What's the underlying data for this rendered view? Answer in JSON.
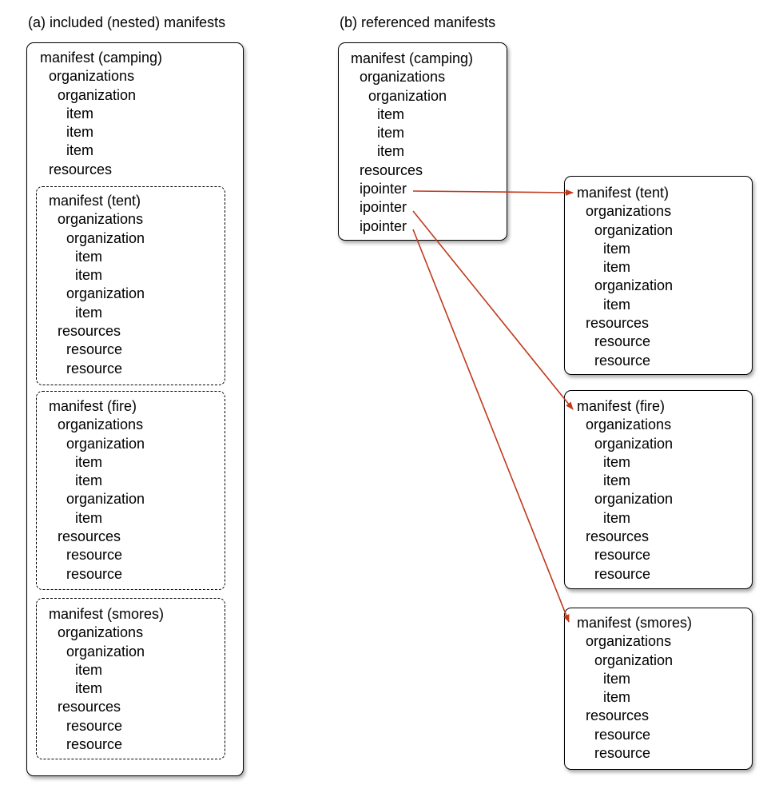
{
  "title_a": "(a) included (nested) manifests",
  "title_b": "(b) referenced manifests",
  "nested": {
    "camping": [
      "manifest (camping)",
      "organizations",
      "organization",
      "item",
      "item",
      "item",
      "resources"
    ],
    "tent": [
      "manifest (tent)",
      "organizations",
      "organization",
      "item",
      "item",
      "organization",
      "item",
      "resources",
      "resource",
      "resource"
    ],
    "fire": [
      "manifest (fire)",
      "organizations",
      "organization",
      "item",
      "item",
      "organization",
      "item",
      "resources",
      "resource",
      "resource"
    ],
    "smores": [
      "manifest (smores)",
      "organizations",
      "organization",
      "item",
      "item",
      "resources",
      "resource",
      "resource"
    ]
  },
  "referenced": {
    "camping": [
      "manifest (camping)",
      "organizations",
      "organization",
      "item",
      "item",
      "item",
      "resources",
      "ipointer",
      "ipointer",
      "ipointer"
    ],
    "tent": [
      "manifest (tent)",
      "organizations",
      "organization",
      "item",
      "item",
      "organization",
      "item",
      "resources",
      "resource",
      "resource"
    ],
    "fire": [
      "manifest (fire)",
      "organizations",
      "organization",
      "item",
      "item",
      "organization",
      "item",
      "resources",
      "resource",
      "resource"
    ],
    "smores": [
      "manifest (smores)",
      "organizations",
      "organization",
      "item",
      "item",
      "resources",
      "resource",
      "resource"
    ]
  },
  "arrow_color": "#c0391b"
}
